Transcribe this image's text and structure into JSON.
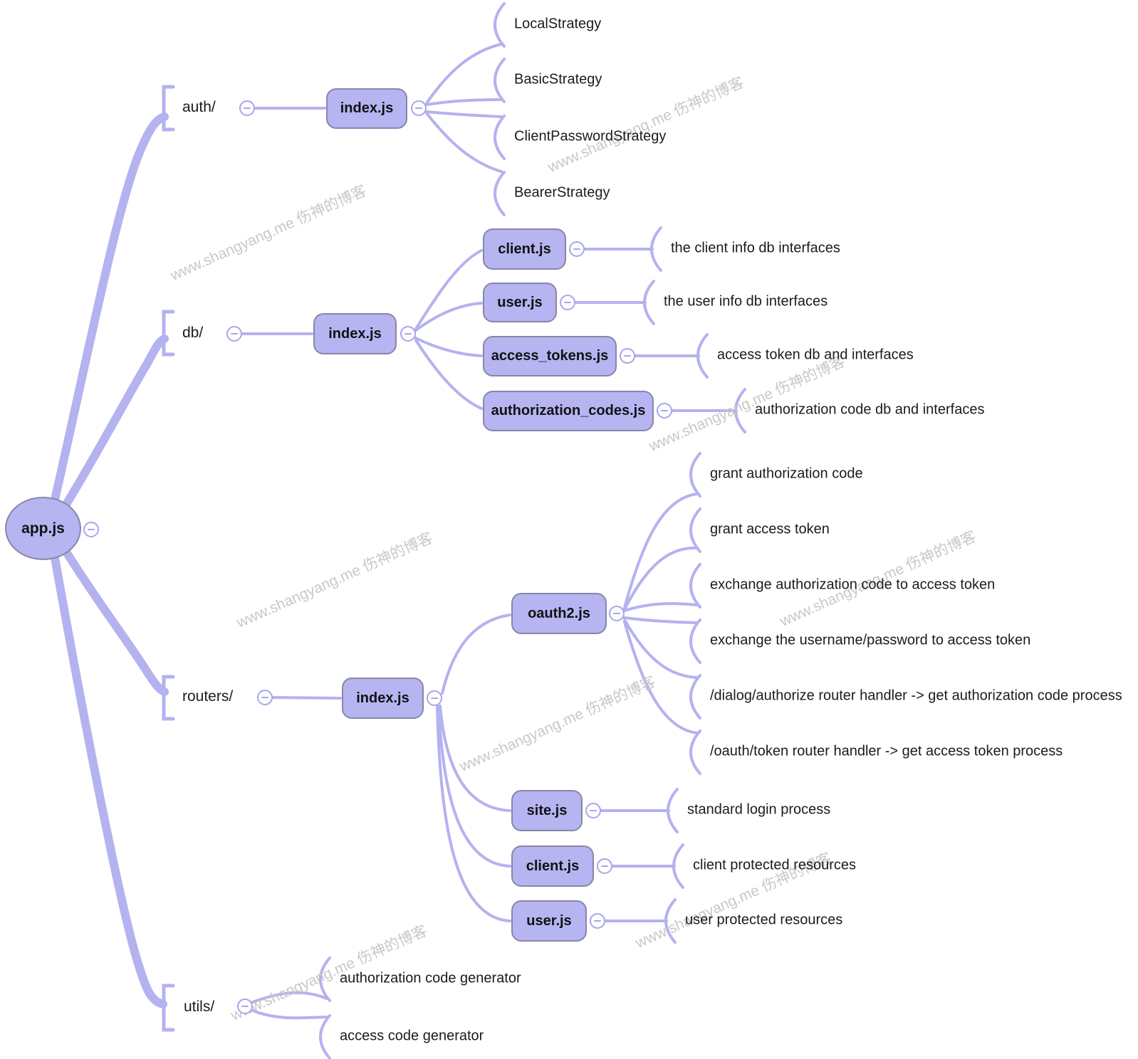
{
  "watermark": "www.shangyang.me 伤神的博客",
  "root": "app.js",
  "auth": {
    "folder": "auth/",
    "file": "index.js",
    "items": [
      "LocalStrategy",
      "BasicStrategy",
      "ClientPasswordStrategy",
      "BearerStrategy"
    ]
  },
  "db": {
    "folder": "db/",
    "file": "index.js",
    "files": [
      {
        "name": "client.js",
        "desc": "the client info db interfaces"
      },
      {
        "name": "user.js",
        "desc": "the user info db interfaces"
      },
      {
        "name": "access_tokens.js",
        "desc": "access token db and interfaces"
      },
      {
        "name": "authorization_codes.js",
        "desc": "authorization code db and interfaces"
      }
    ]
  },
  "routers": {
    "folder": "routers/",
    "file": "index.js",
    "oauth2": {
      "name": "oauth2.js",
      "items": [
        "grant authorization code",
        "grant access token",
        "exchange authorization code to access token",
        "exchange the username/password to access token",
        "/dialog/authorize router handler -> get authorization code process",
        "/oauth/token router handler -> get access token process"
      ]
    },
    "files": [
      {
        "name": "site.js",
        "desc": "standard login process"
      },
      {
        "name": "client.js",
        "desc": "client protected resources"
      },
      {
        "name": "user.js",
        "desc": "user protected resources"
      }
    ]
  },
  "utils": {
    "folder": "utils/",
    "items": [
      "authorization code generator",
      "access code generator"
    ]
  },
  "icons": {
    "collapse": "minus-icon"
  },
  "colors": {
    "node_fill": "#b6b4f1",
    "node_border": "#8886a8",
    "line": "#b4b2ef",
    "minus": "#a7a5ec",
    "text": "#1b1b1b",
    "watermark": "#c8c8c8"
  }
}
